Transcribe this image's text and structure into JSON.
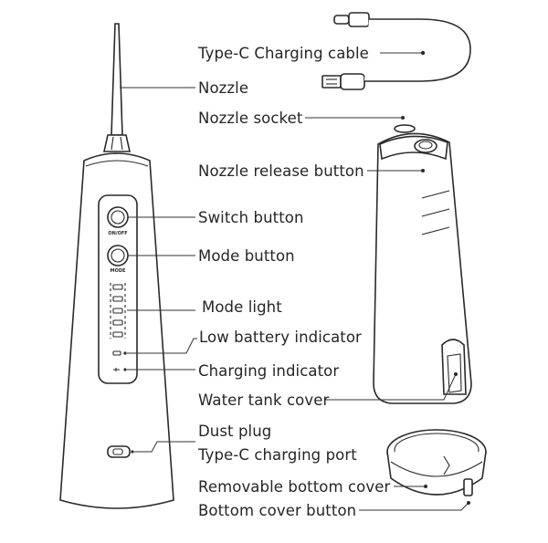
{
  "labels": {
    "cable": "Type-C Charging cable",
    "nozzle": "Nozzle",
    "nozzle_socket": "Nozzle socket",
    "nozzle_release": "Nozzle release button",
    "switch_button": "Switch button",
    "mode_button": "Mode button",
    "mode_light": "Mode light",
    "low_battery": "Low battery indicator",
    "charging": "Charging indicator",
    "tank_cover": "Water tank cover",
    "dust_plug": "Dust plug",
    "charging_port": "Type-C charging port",
    "bottom_cover": "Removable bottom cover",
    "bottom_button": "Bottom cover button"
  },
  "device_marks": {
    "onoff": "ON/OFF",
    "mode": "MODE"
  },
  "colors": {
    "line": "#333333",
    "text": "#262626"
  }
}
